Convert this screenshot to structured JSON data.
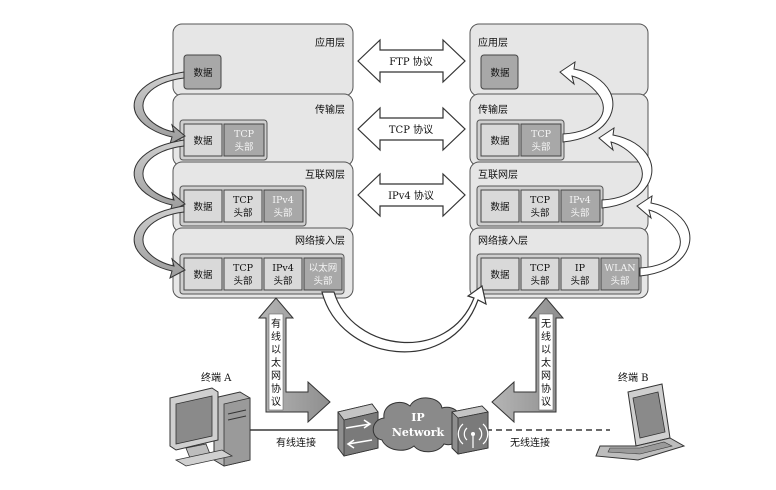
{
  "layers": {
    "application": "应用层",
    "transport": "传输层",
    "internet": "互联网层",
    "network_access": "网络接入层"
  },
  "cells": {
    "data": "数据",
    "tcp": [
      "TCP",
      "头部"
    ],
    "ipv4": [
      "IPv4",
      "头部"
    ],
    "ethernet": [
      "以太网",
      "头部"
    ],
    "ip": [
      "IP",
      "头部"
    ],
    "wlan": [
      "WLAN",
      "头部"
    ]
  },
  "protocols": {
    "ftp": "FTP 协议",
    "tcp": "TCP 协议",
    "ipv4": "IPv4 协议"
  },
  "vertical_labels": {
    "wired_protocol": [
      "有",
      "线",
      "以",
      "太",
      "网",
      "协",
      "议"
    ],
    "wireless_protocol": [
      "无",
      "线",
      "以",
      "太",
      "网",
      "协",
      "议"
    ]
  },
  "devices": {
    "terminal_a": "终端 A",
    "terminal_b": "终端 B",
    "cloud_line1": "IP",
    "cloud_line2": "Network"
  },
  "connections": {
    "wired": "有线连接",
    "wireless": "无线连接"
  }
}
